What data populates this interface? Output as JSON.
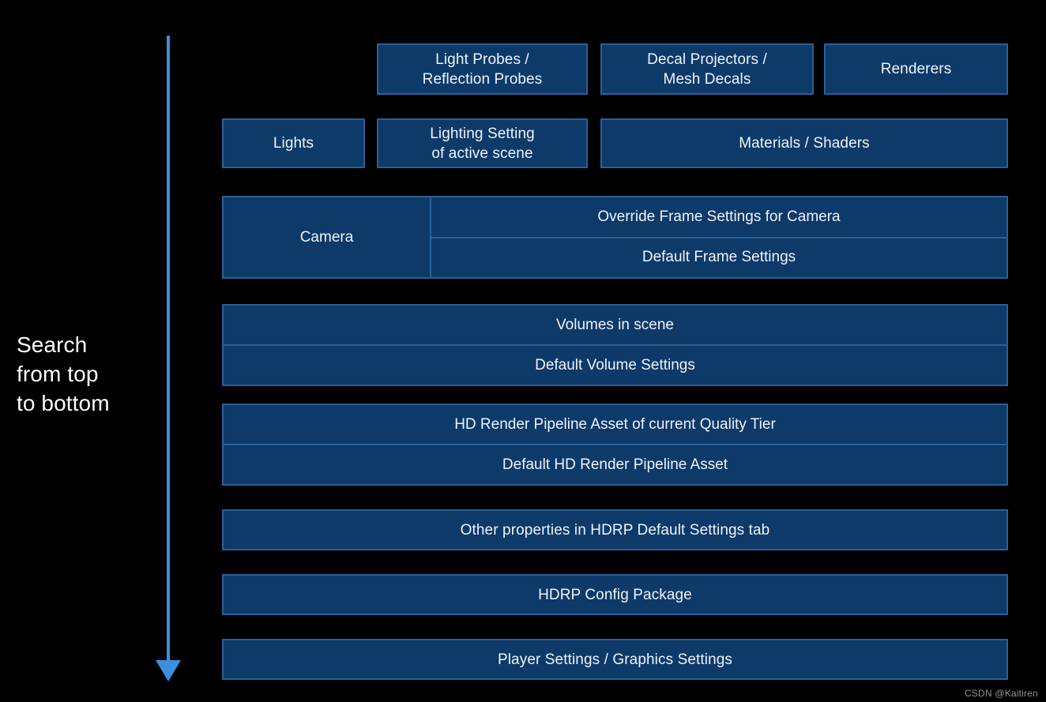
{
  "caption": {
    "text": "Search\nfrom top\nto bottom"
  },
  "arrow": {
    "name": "search-order-arrow",
    "color": "#3e8ede",
    "direction": "down"
  },
  "colors": {
    "background": "#000000",
    "box_fill": "#0d3a69",
    "box_border": "#2a6099",
    "text": "#eef3f8",
    "arrow": "#3e8ede",
    "watermark": "#8f9499"
  },
  "rows": [
    {
      "id": "row-probes",
      "boxes": [
        {
          "id": "light-probes",
          "label": "Light Probes /\nReflection Probes"
        },
        {
          "id": "decal-projectors",
          "label": "Decal Projectors /\nMesh Decals"
        },
        {
          "id": "renderers",
          "label": "Renderers"
        }
      ]
    },
    {
      "id": "row-lights",
      "boxes": [
        {
          "id": "lights",
          "label": "Lights"
        },
        {
          "id": "lighting-setting",
          "label": "Lighting Setting\nof active scene"
        },
        {
          "id": "materials-shaders",
          "label": "Materials / Shaders"
        }
      ]
    },
    {
      "id": "row-camera",
      "split": {
        "left_label": "Camera",
        "cells": [
          {
            "id": "override-frame-settings",
            "label": "Override Frame Settings for Camera"
          },
          {
            "id": "default-frame-settings",
            "label": "Default Frame Settings"
          }
        ]
      }
    },
    {
      "id": "row-volumes",
      "stack": [
        {
          "id": "volumes-in-scene",
          "label": "Volumes in scene"
        },
        {
          "id": "default-volume-settings",
          "label": "Default Volume Settings"
        }
      ]
    },
    {
      "id": "row-pipeline-asset",
      "stack": [
        {
          "id": "hdrp-asset-quality-tier",
          "label": "HD Render Pipeline Asset of current Quality Tier"
        },
        {
          "id": "default-hdrp-asset",
          "label": "Default HD Render Pipeline Asset"
        }
      ]
    },
    {
      "id": "row-other-properties",
      "boxes": [
        {
          "id": "other-properties",
          "label": "Other properties in HDRP Default Settings tab"
        }
      ]
    },
    {
      "id": "row-config-package",
      "boxes": [
        {
          "id": "hdrp-config-package",
          "label": "HDRP Config Package"
        }
      ]
    },
    {
      "id": "row-player-settings",
      "boxes": [
        {
          "id": "player-graphics-settings",
          "label": "Player Settings / Graphics Settings"
        }
      ]
    }
  ],
  "watermark": {
    "text": "CSDN @Kaitiren"
  }
}
